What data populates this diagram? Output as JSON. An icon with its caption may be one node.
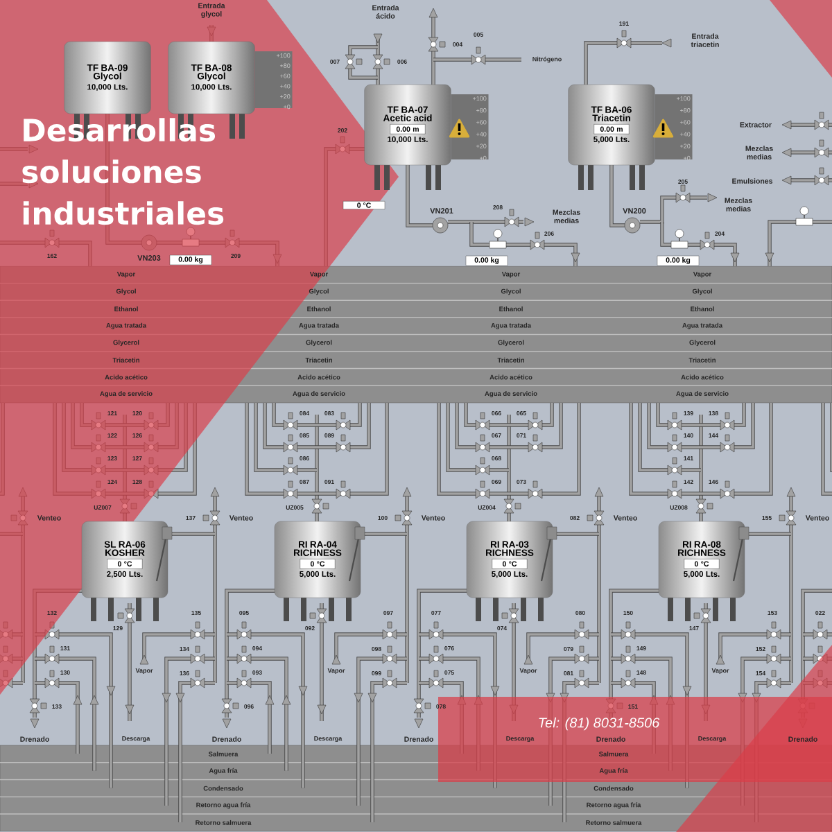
{
  "diagram": {
    "title": "Desarrollas soluciones industriales",
    "nodes": [
      {
        "text": [
          "TF BA-09 Glycol",
          "10,000 Lts."
        ]
      },
      {
        "text": [
          "TF BA-08 Glycol",
          "10,000 Lts."
        ],
        "beside": [
          "+100",
          "+80",
          "+60",
          "+40",
          "+20",
          "+0"
        ]
      },
      {
        "text": [
          "TF BA-07 Acetic acid",
          "0.00 m",
          "10,000 Lts."
        ],
        "beside": [
          "+100",
          "+80",
          "+60",
          "+40",
          "+20",
          "+0"
        ]
      },
      {
        "text": [
          "TF BA-06 Triacetin",
          "0.00 m",
          "5,000 Lts."
        ],
        "beside": [
          "+100",
          "+80",
          "+60",
          "+40",
          "+20",
          "+0"
        ]
      },
      {
        "text": [
          "SL RA-06 KOSHER",
          "0 °C",
          "2,500 Lts."
        ]
      },
      {
        "text": [
          "RI RA-04 RICHNESS",
          "0 °C",
          "5,000 Lts."
        ]
      },
      {
        "text": [
          "RI RA-03 RICHNESS",
          "0 °C",
          "5,000 Lts."
        ]
      },
      {
        "text": [
          "RI RA-08 RICHNESS",
          "0 °C",
          "5,000 Lts."
        ]
      }
    ],
    "labels": [
      "Entrada glycol",
      "Entrada ácido",
      "007",
      "006",
      "004",
      "005",
      "Nitrógeno",
      "191",
      "Entrada triacetin",
      "202",
      "Extractor",
      "Mezclas medias",
      "Emulsiones",
      "162",
      "VN203",
      "209",
      "0 °C",
      "VN201",
      "208",
      "Mezclas medias",
      "205",
      "Mezclas medias",
      "VN200",
      "206",
      "204",
      "0.00 kg",
      "0.00 kg",
      "0.00 kg",
      "Vapor",
      "Vapor",
      "Vapor",
      "Vapor",
      "Glycol",
      "Glycol",
      "Glycol",
      "Glycol",
      "Ethanol",
      "Ethanol",
      "Ethanol",
      "Ethanol",
      "Agua tratada",
      "Agua tratada",
      "Agua tratada",
      "Agua tratada",
      "Glycerol",
      "Glycerol",
      "Glycerol",
      "Glycerol",
      "Triacetin",
      "Triacetin",
      "Triacetin",
      "Triacetin",
      "Acido acético",
      "Acido acético",
      "Acido acético",
      "Acido acético",
      "Agua de servicio",
      "Agua de servicio",
      "Agua de servicio",
      "Agua de servicio",
      "121",
      "120",
      "122",
      "126",
      "123",
      "127",
      "124",
      "128",
      "UZ007",
      "084",
      "083",
      "085",
      "089",
      "086",
      "087",
      "091",
      "UZ005",
      "066",
      "065",
      "067",
      "071",
      "068",
      "069",
      "073",
      "UZ004",
      "139",
      "138",
      "140",
      "144",
      "141",
      "142",
      "146",
      "UZ008",
      "Venteo",
      "137",
      "Venteo",
      "100",
      "Venteo",
      "082",
      "Venteo",
      "155",
      "Venteo",
      "129",
      "132",
      "135",
      "131",
      "134",
      "130",
      "136",
      "Vapor",
      "133",
      "Drenado",
      "Descarga",
      "092",
      "095",
      "097",
      "094",
      "098",
      "093",
      "099",
      "Vapor",
      "096",
      "Drenado",
      "Descarga",
      "074",
      "077",
      "080",
      "076",
      "079",
      "075",
      "081",
      "Vapor",
      "078",
      "Drenado",
      "Descarga",
      "147",
      "150",
      "153",
      "149",
      "152",
      "148",
      "154",
      "Vapor",
      "151",
      "Drenado",
      "Descarga",
      "022",
      "Drenado",
      "Salmuera",
      "Salmuera",
      "Agua fría",
      "Agua fría",
      "Condensado",
      "Condensado",
      "Retorno agua fría",
      "Retorno agua fría",
      "Retorno salmuera",
      "Retorno salmuera",
      "Tel: (81) 8031-8506"
    ]
  }
}
